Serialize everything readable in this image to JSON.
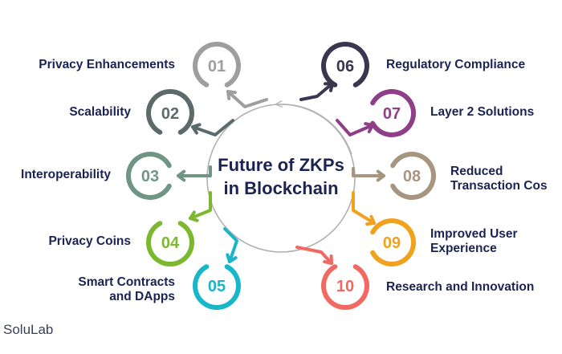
{
  "center": {
    "line1": "Future of ZKPs",
    "line2": "in Blockchain"
  },
  "brand": "SoluLab",
  "items": [
    {
      "num": "01",
      "label": "Privacy Enhancements",
      "color": "#9e9e9e"
    },
    {
      "num": "02",
      "label": "Scalability",
      "color": "#5b6b6b"
    },
    {
      "num": "03",
      "label": "Interoperability",
      "color": "#6f9584"
    },
    {
      "num": "04",
      "label": "Privacy Coins",
      "color": "#7cb82f"
    },
    {
      "num": "05",
      "label": "Smart Contracts and DApps",
      "label_lines": [
        "Smart Contracts",
        "and DApps"
      ],
      "color": "#17b6c8"
    },
    {
      "num": "06",
      "label": "Regulatory Compliance",
      "color": "#3a3650"
    },
    {
      "num": "07",
      "label": "Layer 2 Solutions",
      "color": "#8e3f87"
    },
    {
      "num": "08",
      "label": "Reduced Transaction Cos",
      "label_lines": [
        "Reduced",
        "Transaction Cos"
      ],
      "color": "#a89580"
    },
    {
      "num": "09",
      "label": "Improved User Experience",
      "label_lines": [
        "Improved User",
        "Experience"
      ],
      "color": "#f0a21e"
    },
    {
      "num": "10",
      "label": "Research and Innovation",
      "color": "#f06a63"
    }
  ]
}
